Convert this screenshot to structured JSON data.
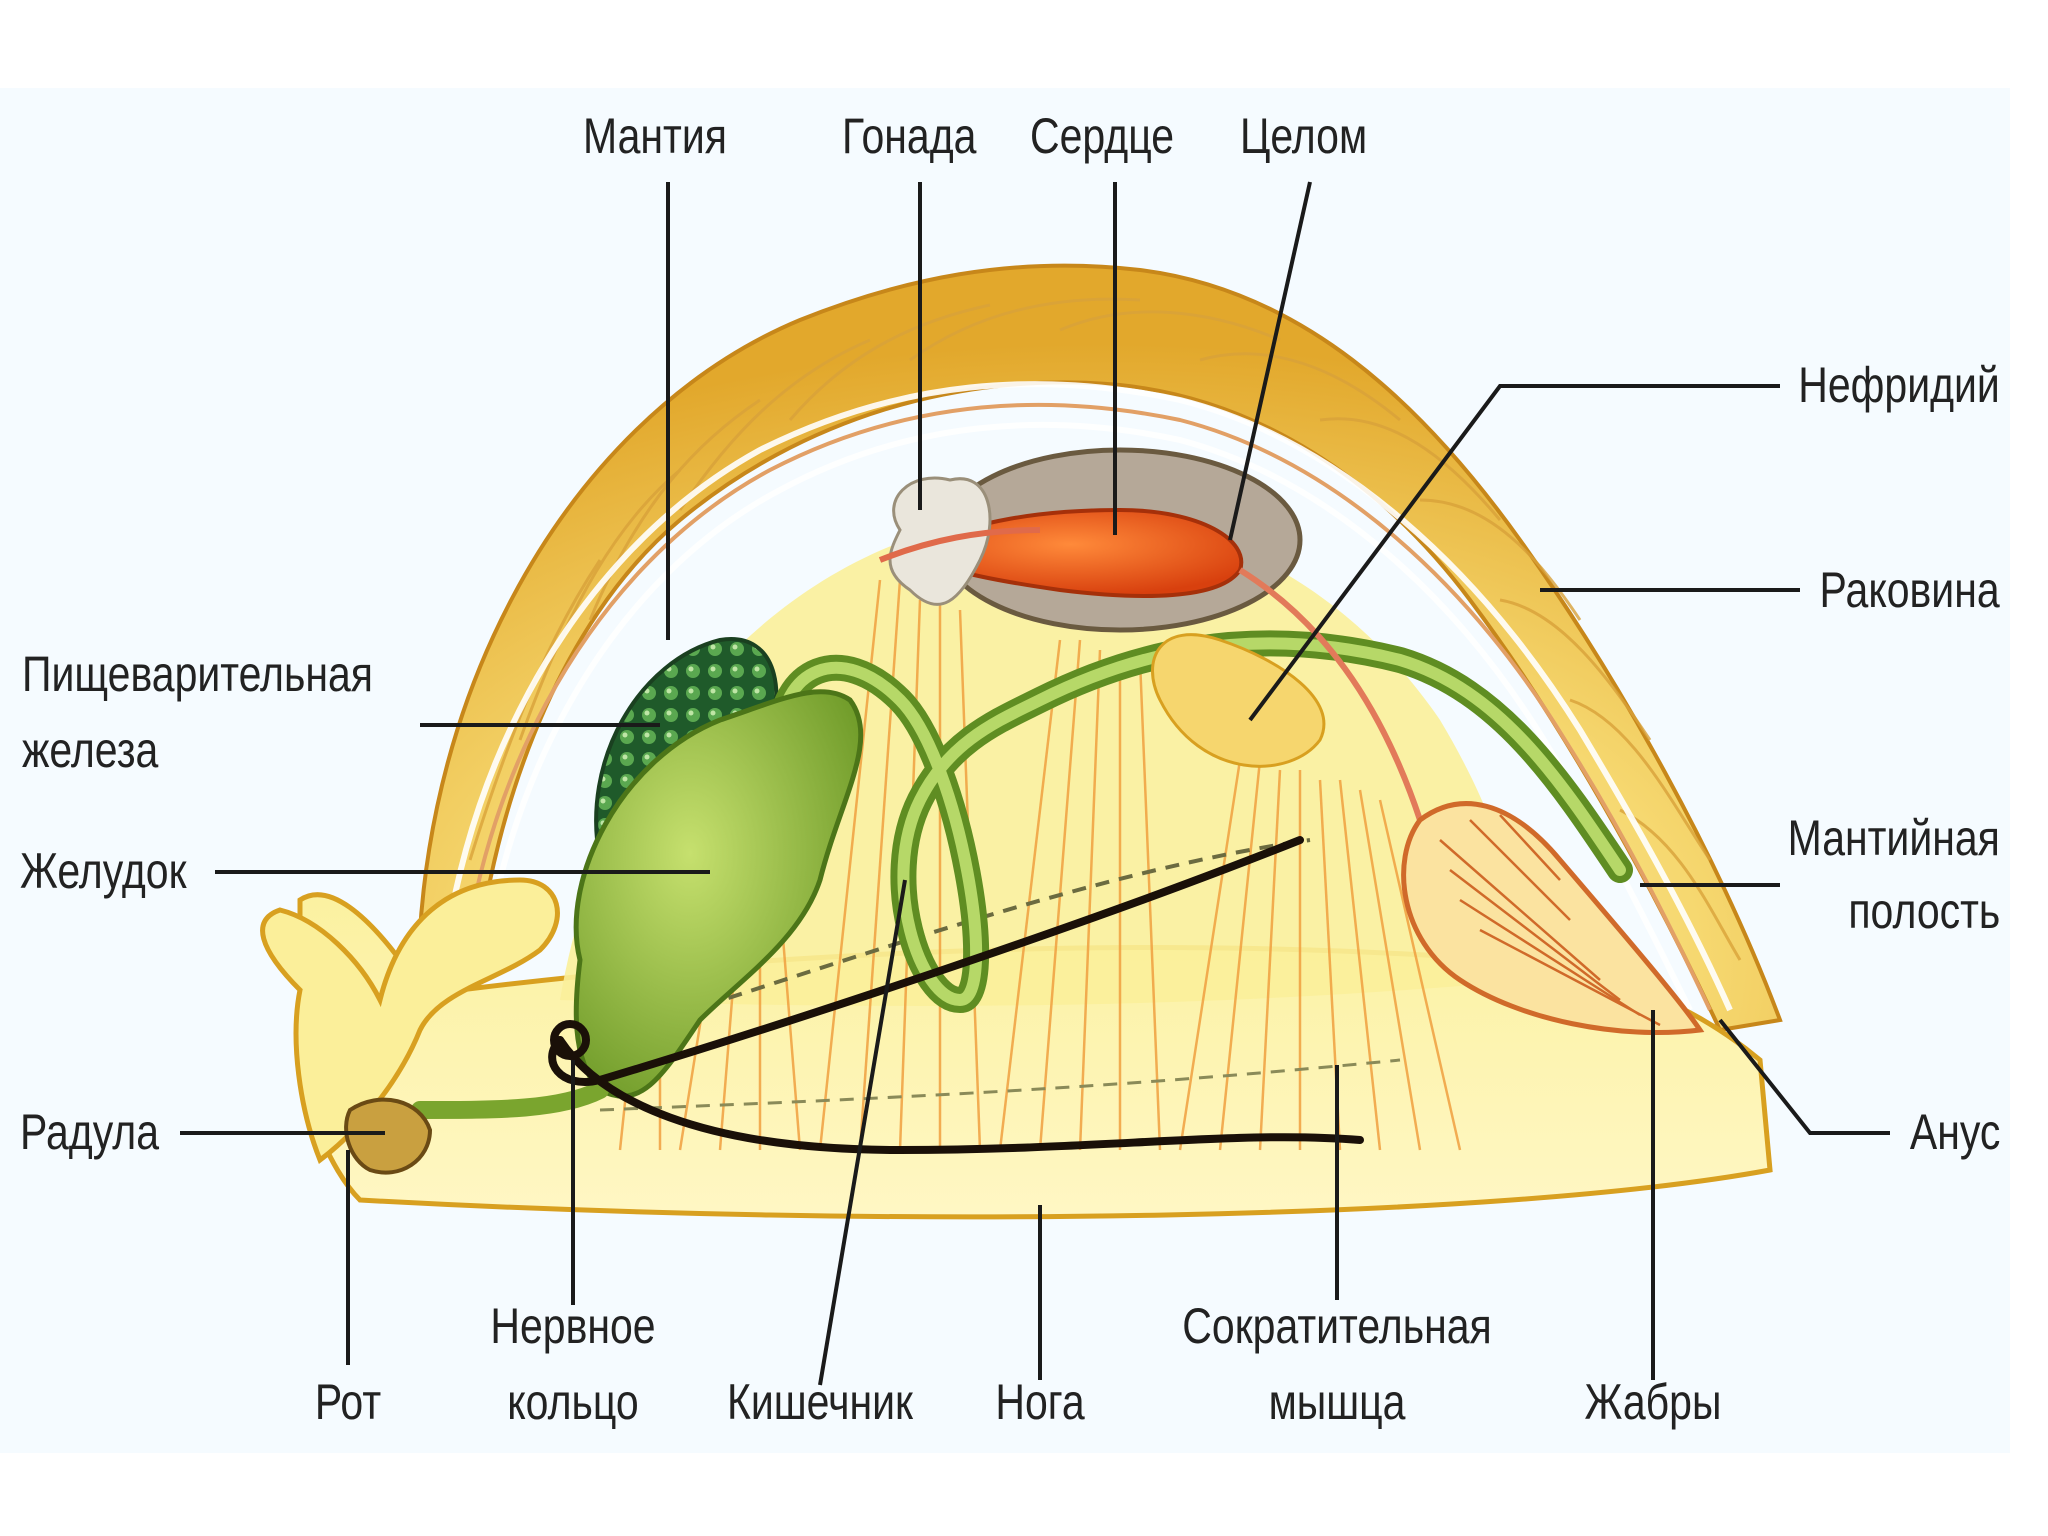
{
  "diagram": {
    "labels": {
      "mantle": "Мантия",
      "gonad": "Гонада",
      "heart": "Сердце",
      "coelom": "Целом",
      "nephridium": "Нефридий",
      "shell": "Раковина",
      "digestive_gland_1": "Пищеварительная",
      "digestive_gland_2": "железа",
      "stomach": "Желудок",
      "mantle_cavity_1": "Мантийная",
      "mantle_cavity_2": "полость",
      "radula": "Радула",
      "anus": "Анус",
      "mouth": "Рот",
      "nerve_ring_1": "Нервное",
      "nerve_ring_2": "кольцо",
      "intestine": "Кишечник",
      "foot": "Нога",
      "retractor_1": "Сократительная",
      "retractor_2": "мышца",
      "gills": "Жабры"
    },
    "colors": {
      "panel": "#f5fbff",
      "shell": "#f2c44a",
      "body": "#fbf3a2",
      "muscle": "#f0a040",
      "gut": "#8db43a",
      "heart": "#e8541e",
      "gland": "#2e6b34",
      "nerve": "#1a1008"
    }
  }
}
